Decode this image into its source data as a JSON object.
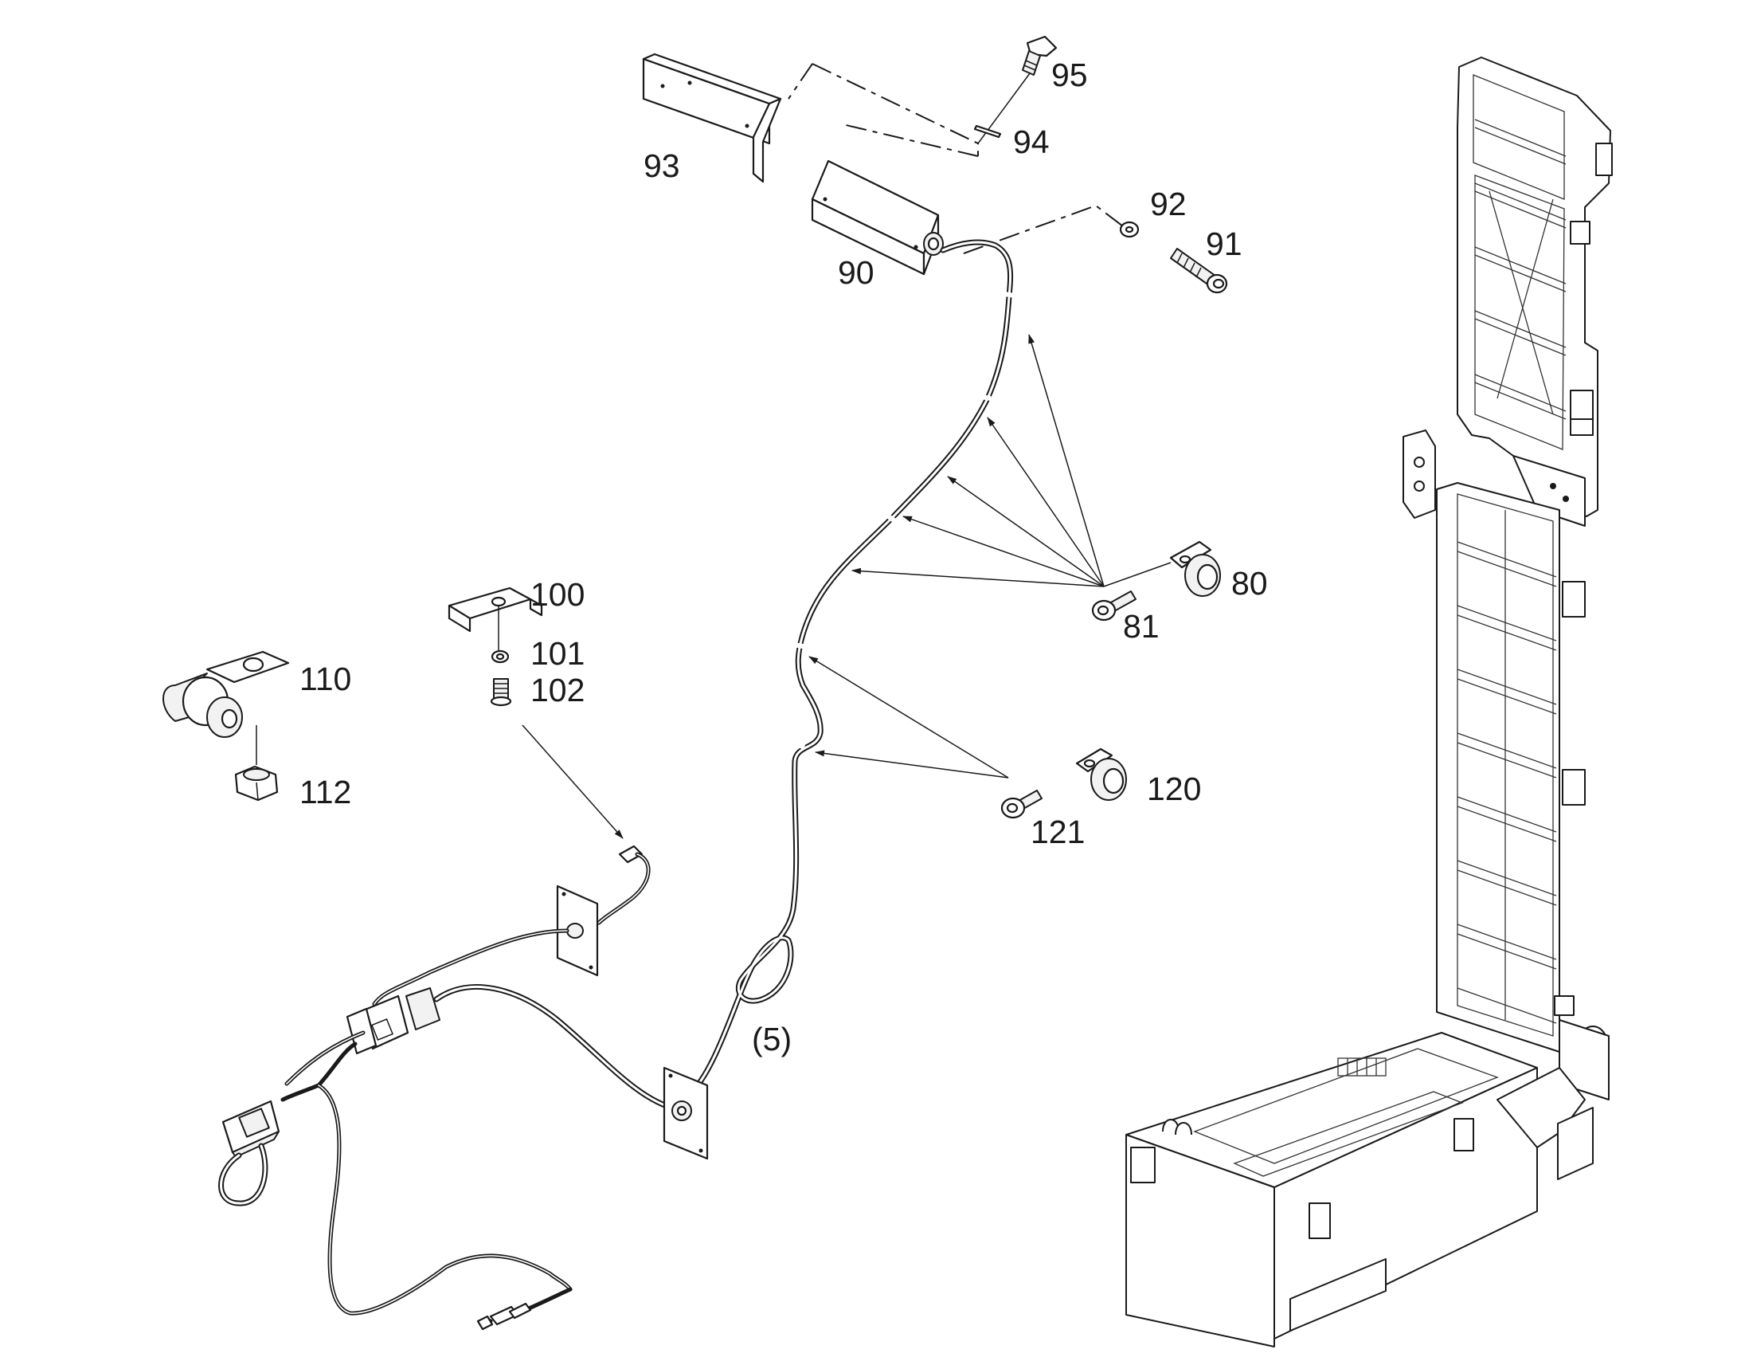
{
  "diagram": {
    "part_labels": {
      "p80": "80",
      "p81": "81",
      "p90": "90",
      "p91": "91",
      "p92": "92",
      "p93": "93",
      "p94": "94",
      "p95": "95",
      "p100": "100",
      "p101": "101",
      "p102": "102",
      "p110": "110",
      "p112": "112",
      "p120": "120",
      "p121": "121",
      "qty5": "(5)"
    }
  }
}
